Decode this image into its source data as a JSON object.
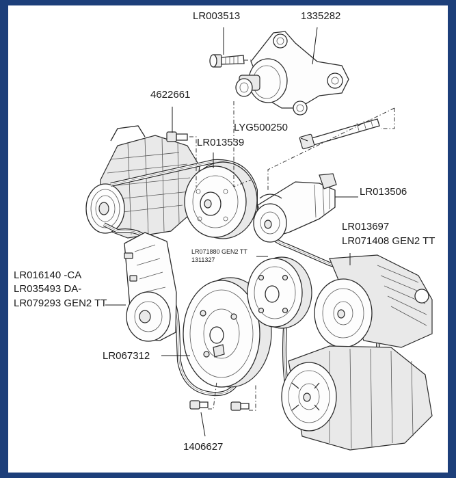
{
  "diagram": {
    "callouts": [
      {
        "id": "bolt_top",
        "text": "LR003513"
      },
      {
        "id": "tensioner_bracket",
        "text": "1335282"
      },
      {
        "id": "bolt_small",
        "text": "4622661"
      },
      {
        "id": "long_bolt",
        "text": "LYG500250"
      },
      {
        "id": "idler_upper",
        "text": "LR013539"
      },
      {
        "id": "tensioner_upper",
        "text": "LR013506"
      },
      {
        "id": "belt_main_1",
        "text": "LR013697"
      },
      {
        "id": "belt_main_2",
        "text": "LR071408 GEN2 TT"
      },
      {
        "id": "belt_gen2_1",
        "text": "LR071880 GEN2 TT"
      },
      {
        "id": "belt_gen2_2",
        "text": "1311327"
      },
      {
        "id": "tensioner_lower_1",
        "text": "LR016140 -CA"
      },
      {
        "id": "tensioner_lower_2",
        "text": "LR035493 DA-"
      },
      {
        "id": "tensioner_lower_3",
        "text": "LR079293 GEN2 TT"
      },
      {
        "id": "crank_pulley",
        "text": "LR067312"
      },
      {
        "id": "bolts_bottom",
        "text": "1406627"
      }
    ],
    "colors": {
      "frame": "#1d3f7a",
      "paper": "#ffffff",
      "ink": "#1a1a1a"
    }
  }
}
